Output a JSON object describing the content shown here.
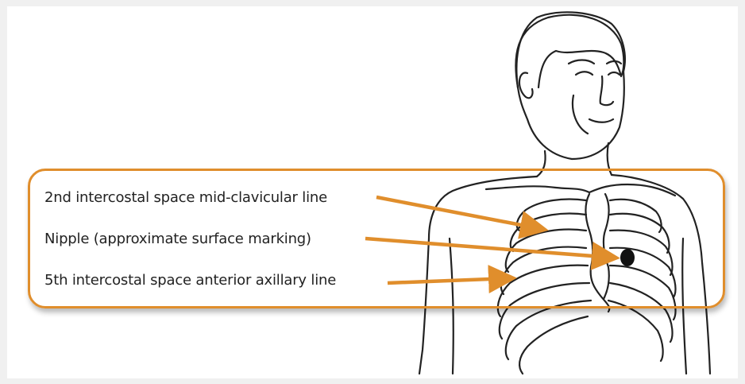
{
  "labels": {
    "second_intercostal": "2nd intercostal space mid-clavicular line",
    "nipple": "Nipple (approximate surface marking)",
    "fifth_intercostal": "5th intercostal space anterior axillary line"
  },
  "colors": {
    "accent": "#e08e2c",
    "outline": "#222222",
    "marker": "#111111",
    "background": "#f0f0f0",
    "panel": "#ffffff"
  }
}
